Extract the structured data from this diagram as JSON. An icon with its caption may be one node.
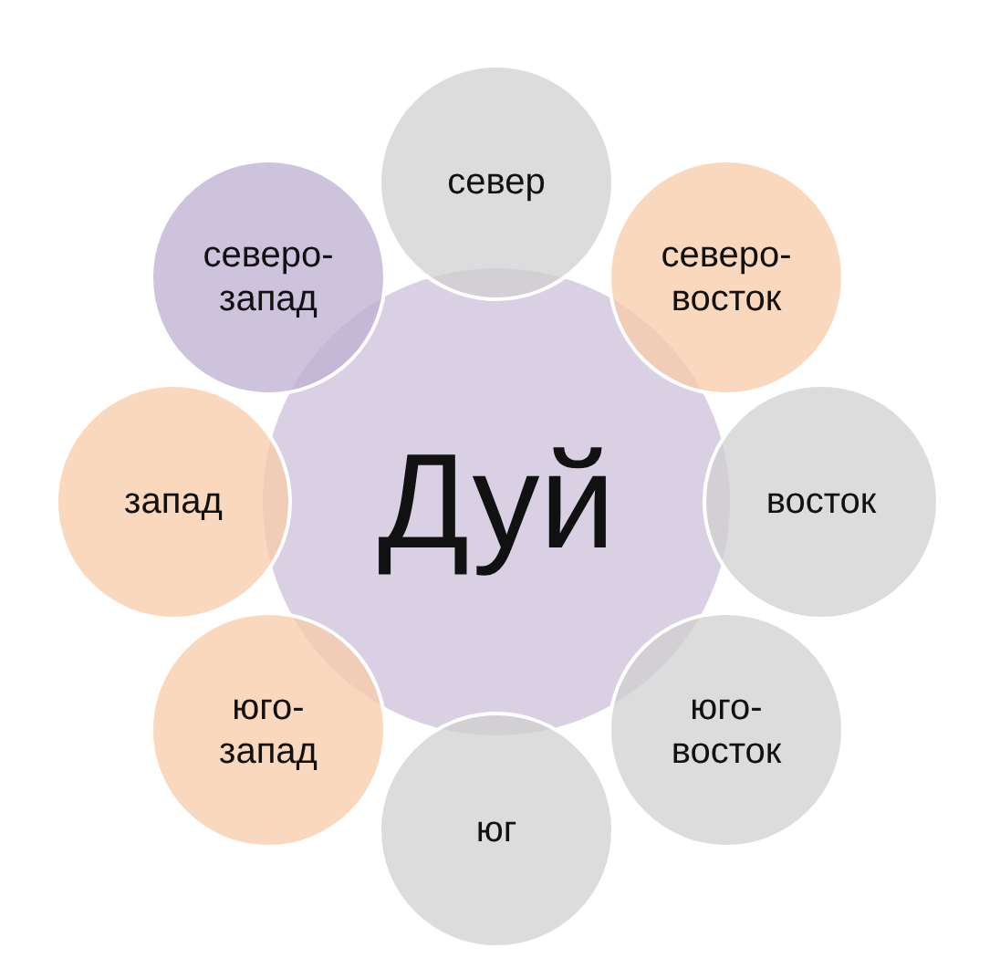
{
  "diagram": {
    "nodes": [
      {
        "text": [
          "Дуй"
        ]
      },
      {
        "text": [
          "север"
        ]
      },
      {
        "text": [
          "северо-восток"
        ]
      },
      {
        "text": [
          "восток"
        ]
      },
      {
        "text": [
          "юго-восток"
        ]
      },
      {
        "text": [
          "юг"
        ]
      },
      {
        "text": [
          "юго-запад"
        ]
      },
      {
        "text": [
          "запад"
        ]
      },
      {
        "text": [
          "северо-запад"
        ]
      }
    ]
  }
}
